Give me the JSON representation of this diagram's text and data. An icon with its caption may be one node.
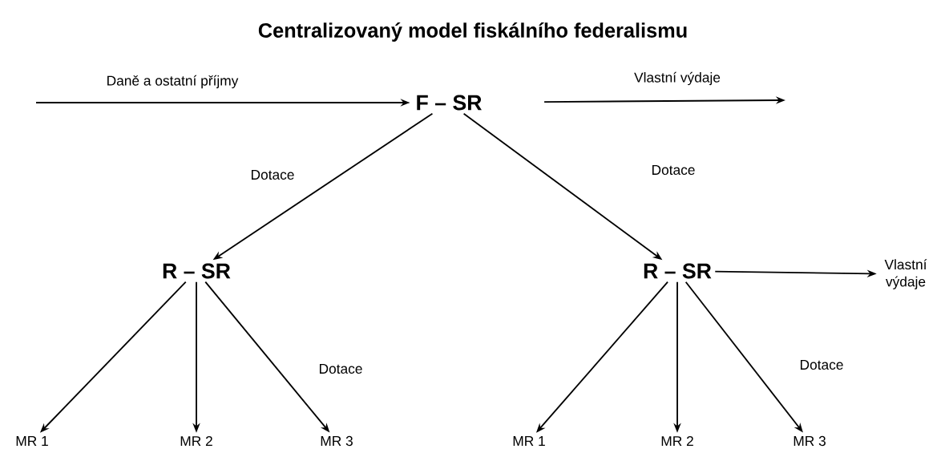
{
  "diagram": {
    "title": "Centralizovaný model fiskálního federalismu",
    "nodes": [
      {
        "text": [
          "F – SR"
        ]
      },
      {
        "text": [
          "R – SR"
        ]
      },
      {
        "text": [
          "R – SR"
        ]
      },
      {
        "text": [
          "MR 1"
        ]
      },
      {
        "text": [
          "MR 2"
        ]
      },
      {
        "text": [
          "MR 3"
        ]
      },
      {
        "text": [
          "MR 1"
        ]
      },
      {
        "text": [
          "MR 2"
        ]
      },
      {
        "text": [
          "MR 3"
        ]
      },
      {
        "text": [
          "Vlastní výdaje"
        ]
      }
    ],
    "edges": [
      {
        "from": null,
        "to": 0,
        "arrow": "to",
        "label": "Daně a ostatní příjmy"
      },
      {
        "from": 0,
        "to": null,
        "arrow": "to",
        "label": "Vlastní výdaje"
      },
      {
        "from": 0,
        "to": 1,
        "arrow": "to",
        "label": "Dotace"
      },
      {
        "from": 0,
        "to": 2,
        "arrow": "to",
        "label": "Dotace"
      },
      {
        "from": 1,
        "to": 3,
        "arrow": "to"
      },
      {
        "from": 1,
        "to": 4,
        "arrow": "to"
      },
      {
        "from": 1,
        "to": 5,
        "arrow": "to",
        "label": "Dotace"
      },
      {
        "from": 2,
        "to": 6,
        "arrow": "to"
      },
      {
        "from": 2,
        "to": 7,
        "arrow": "to"
      },
      {
        "from": 2,
        "to": 8,
        "arrow": "to",
        "label": "Dotace"
      },
      {
        "from": 2,
        "to": 9,
        "arrow": "to"
      }
    ]
  }
}
